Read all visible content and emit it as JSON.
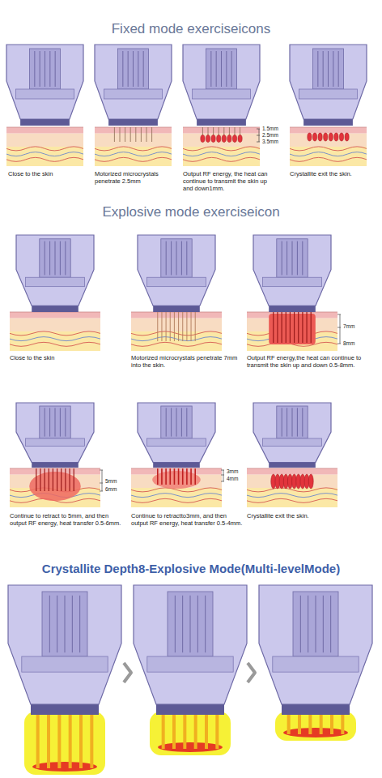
{
  "diagram": {
    "title": "Fixed mode exerciseicons",
    "labels": [
      "Close to the skin",
      "Motorized microcrystals penetrate 2.5mm",
      "Output RF energy, the heat can continue to transmit the skin up and down1mm.",
      "1.5mm",
      "2.5mm",
      "3.5mm",
      "Crystallite exit the skin.",
      "Explosive mode exerciseicon",
      "Close to the skin",
      "Motorized microcrystals penetrate 7mm into the skin.",
      "Output RF energy,the heat can continue to transmit the skin up and down 0.5-8mm.",
      "7mm",
      "8mm",
      "Continue to retract to 5mm, and then output RF energy, heat transfer 0.5-6mm.",
      "5mm",
      "6mm",
      "Continue to retractto3mm, and then output RF energy, heat transfer 0.5-4mm.",
      "3mm",
      "4mm",
      "Crystallite exit the skin.",
      "Crystallite Depth8-Explosive Mode(Multi-levelMode)"
    ]
  }
}
